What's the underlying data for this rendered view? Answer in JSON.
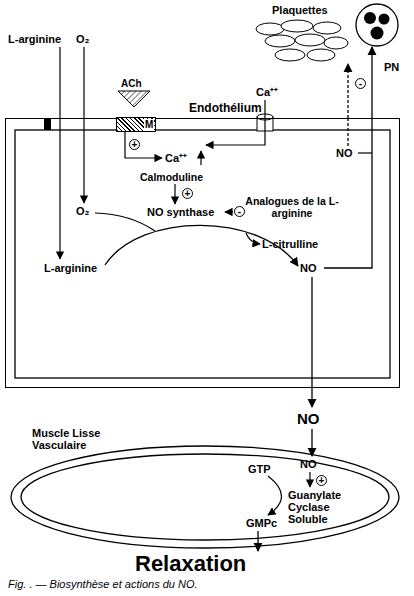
{
  "diagram": {
    "caption": "Fig. . — Biosynthèse et actions du NO.",
    "nodes": [
      {
        "text": [
          "Plaquettes"
        ]
      },
      {
        "text": [
          "PN"
        ]
      },
      {
        "text": [
          "Endothélium"
        ]
      },
      {
        "text": [
          "M"
        ],
        "in": 2
      },
      {
        "text": [
          "Muscle Lisse Vasculaire"
        ]
      }
    ],
    "edges": [
      {
        "from": 2,
        "to": 0,
        "arrow": "to"
      },
      {
        "from": 2,
        "to": 1,
        "label": "-",
        "arrow": "to"
      }
    ],
    "labels": [
      "L-arginine",
      "O₂",
      "ACh",
      "Ca⁺⁺",
      "NO",
      "+",
      "Ca⁺⁺",
      "Calmoduline",
      "+",
      "NO synthase",
      "-",
      "Analogues de la L-arginine",
      "O₂",
      "L-arginine",
      "L-citrulline",
      "NO",
      "NO",
      "GTP",
      "NO",
      "+",
      "Guanylate Cyclase Soluble",
      "GMPc",
      "Relaxation"
    ]
  }
}
